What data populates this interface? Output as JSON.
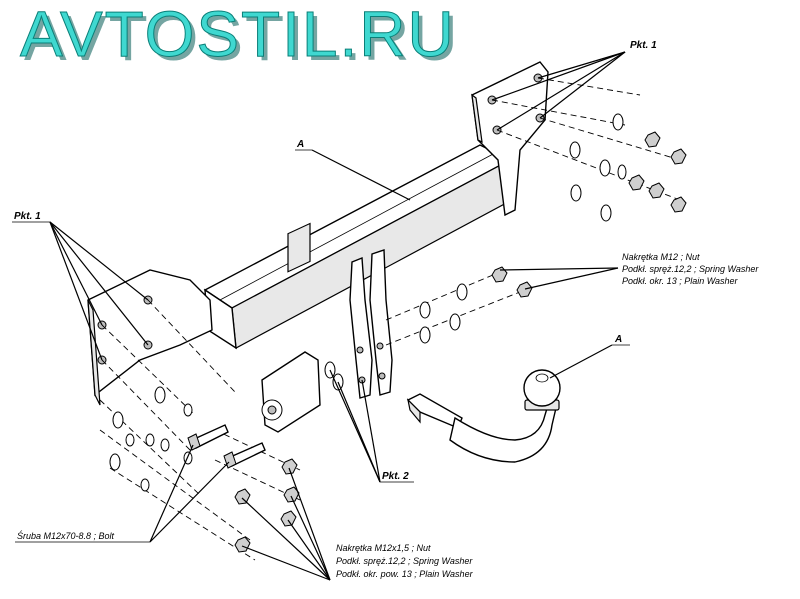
{
  "watermark": {
    "text": "AVTOSTIL.RU",
    "color": "#3fd8d0"
  },
  "labels": {
    "part_a_top": "A",
    "part_a_ball": "A",
    "pkt1_left": "Pkt. 1",
    "pkt1_right": "Pkt. 1",
    "pkt2": "Pkt. 2"
  },
  "callouts": {
    "right_group": [
      "Nakrętka  M12 ; Nut",
      "Podkł. spręż.12,2 ; Spring Washer",
      "Podkł. okr. 13 ; Plain Washer"
    ],
    "bolt": "Śruba M12x70-8.8 ;  Bolt",
    "bottom_group": [
      "Nakrętka  M12x1,5 ; Nut",
      "Podkł. spręż.12,2 ; Spring Washer",
      "Podkł. okr. pow. 13 ; Plain Washer"
    ]
  }
}
